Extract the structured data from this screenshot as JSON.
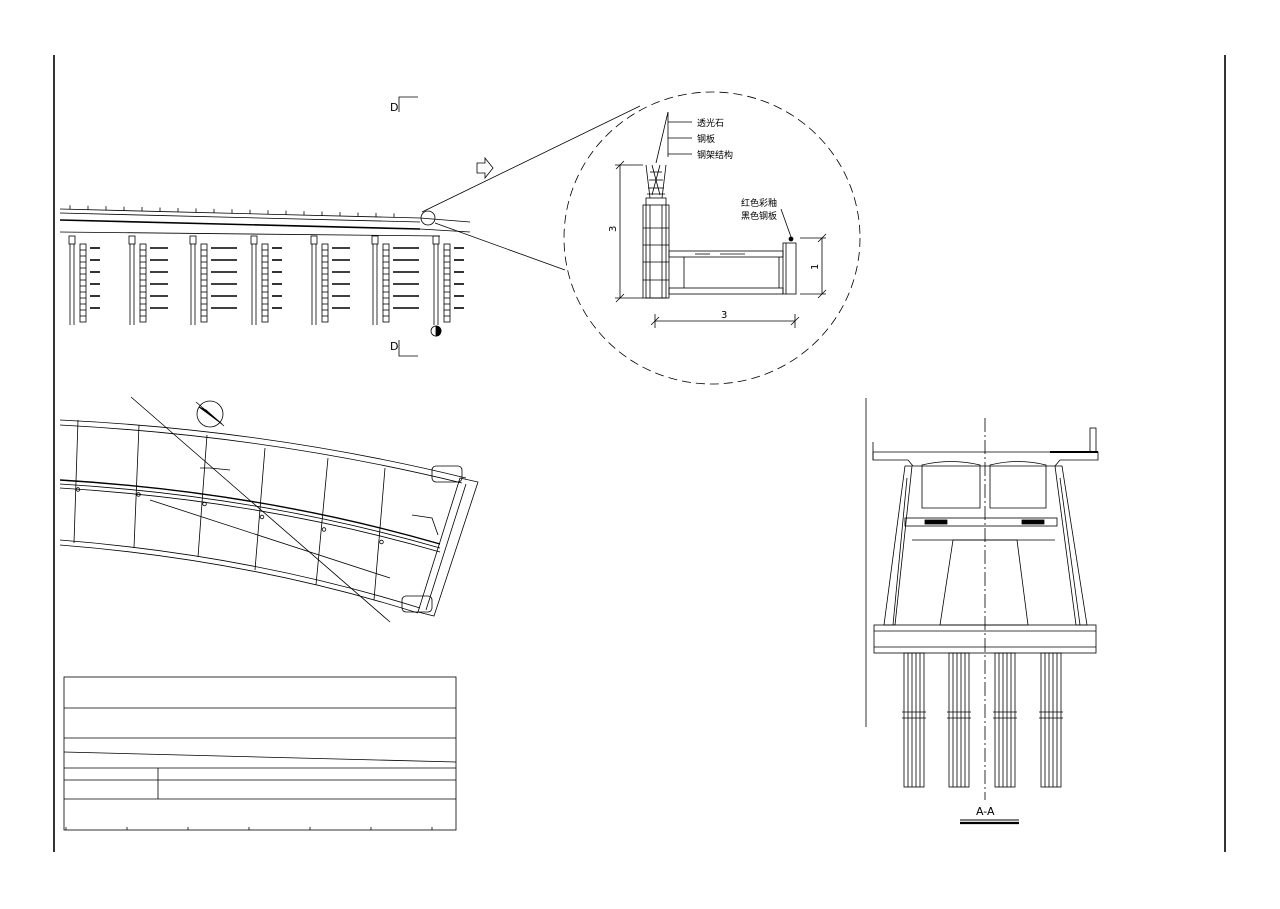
{
  "drawing": {
    "section_marks": {
      "top": "D",
      "bottom": "D"
    },
    "detail_callouts": {
      "layer_1": "透光石",
      "layer_2": "钢板",
      "layer_3": "钢架结构",
      "paint_1": "红色彩釉",
      "paint_2": "黑色钢板"
    },
    "detail_dimensions": {
      "height": "3",
      "width": "3",
      "rail_height": "1"
    },
    "section_title": "A-A"
  },
  "colors": {
    "line": "#000000",
    "background": "#ffffff"
  }
}
